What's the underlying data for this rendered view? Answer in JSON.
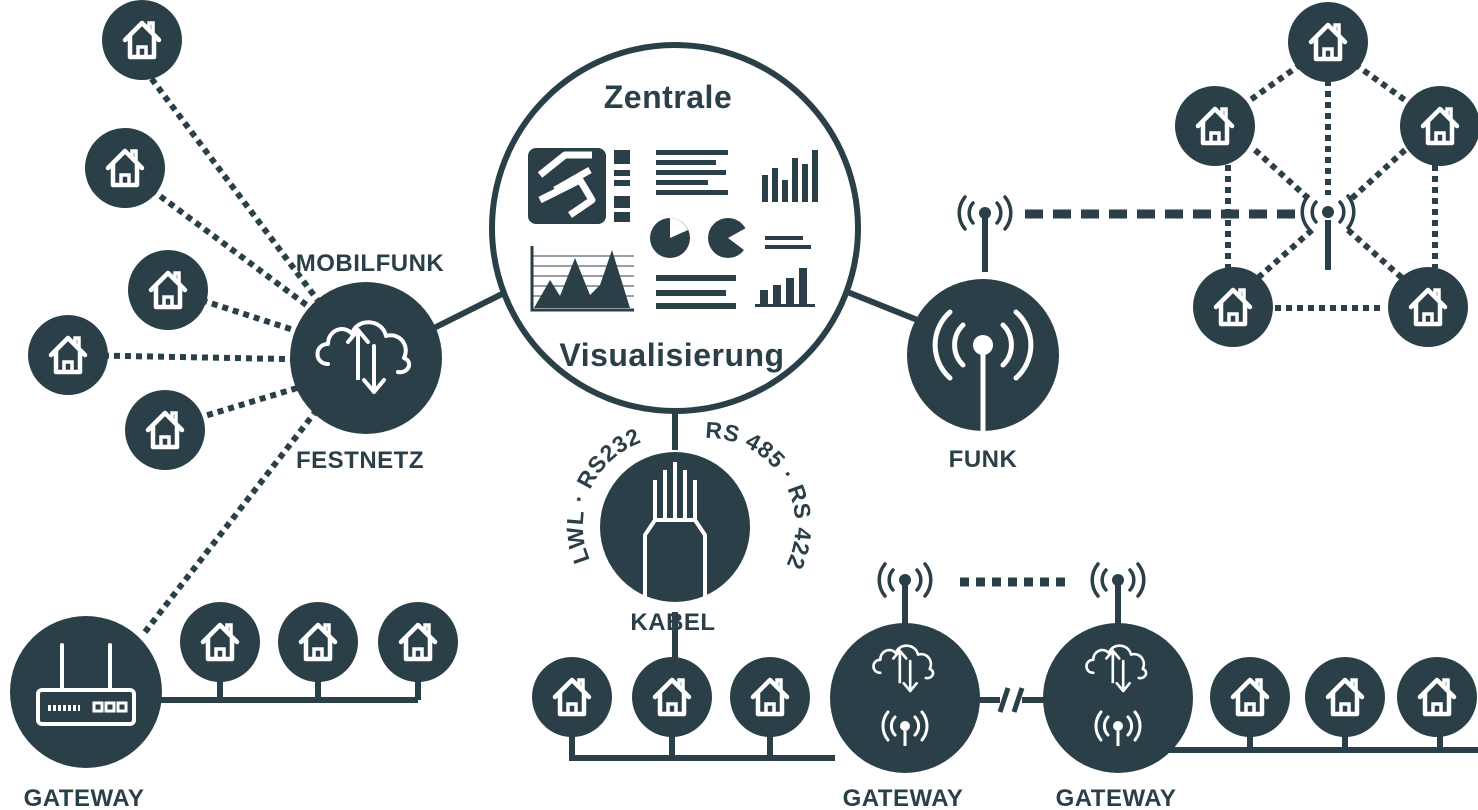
{
  "colors": {
    "node": "#2b3f48",
    "background": "#ffffff",
    "icon": "#ffffff"
  },
  "labels": {
    "center_top": "Zentrale",
    "center_bottom": "Visualisierung",
    "mobilfunk": "MOBILFUNK",
    "festnetz": "FESTNETZ",
    "funk": "FUNK",
    "kabel": "KABEL",
    "cable_left": "LWL · RS232",
    "cable_right": "RS 485 · RS 422",
    "gateway_left": "GATEWAY",
    "gateway_mid": "GATEWAY",
    "gateway_right": "GATEWAY"
  },
  "icons": {
    "house": "house-icon",
    "cloud": "cloud-transfer-icon",
    "antenna": "antenna-icon",
    "router": "router-icon",
    "cable": "fiber-cable-icon",
    "logo": "logo-icon",
    "dashboard": "dashboard-icon"
  }
}
